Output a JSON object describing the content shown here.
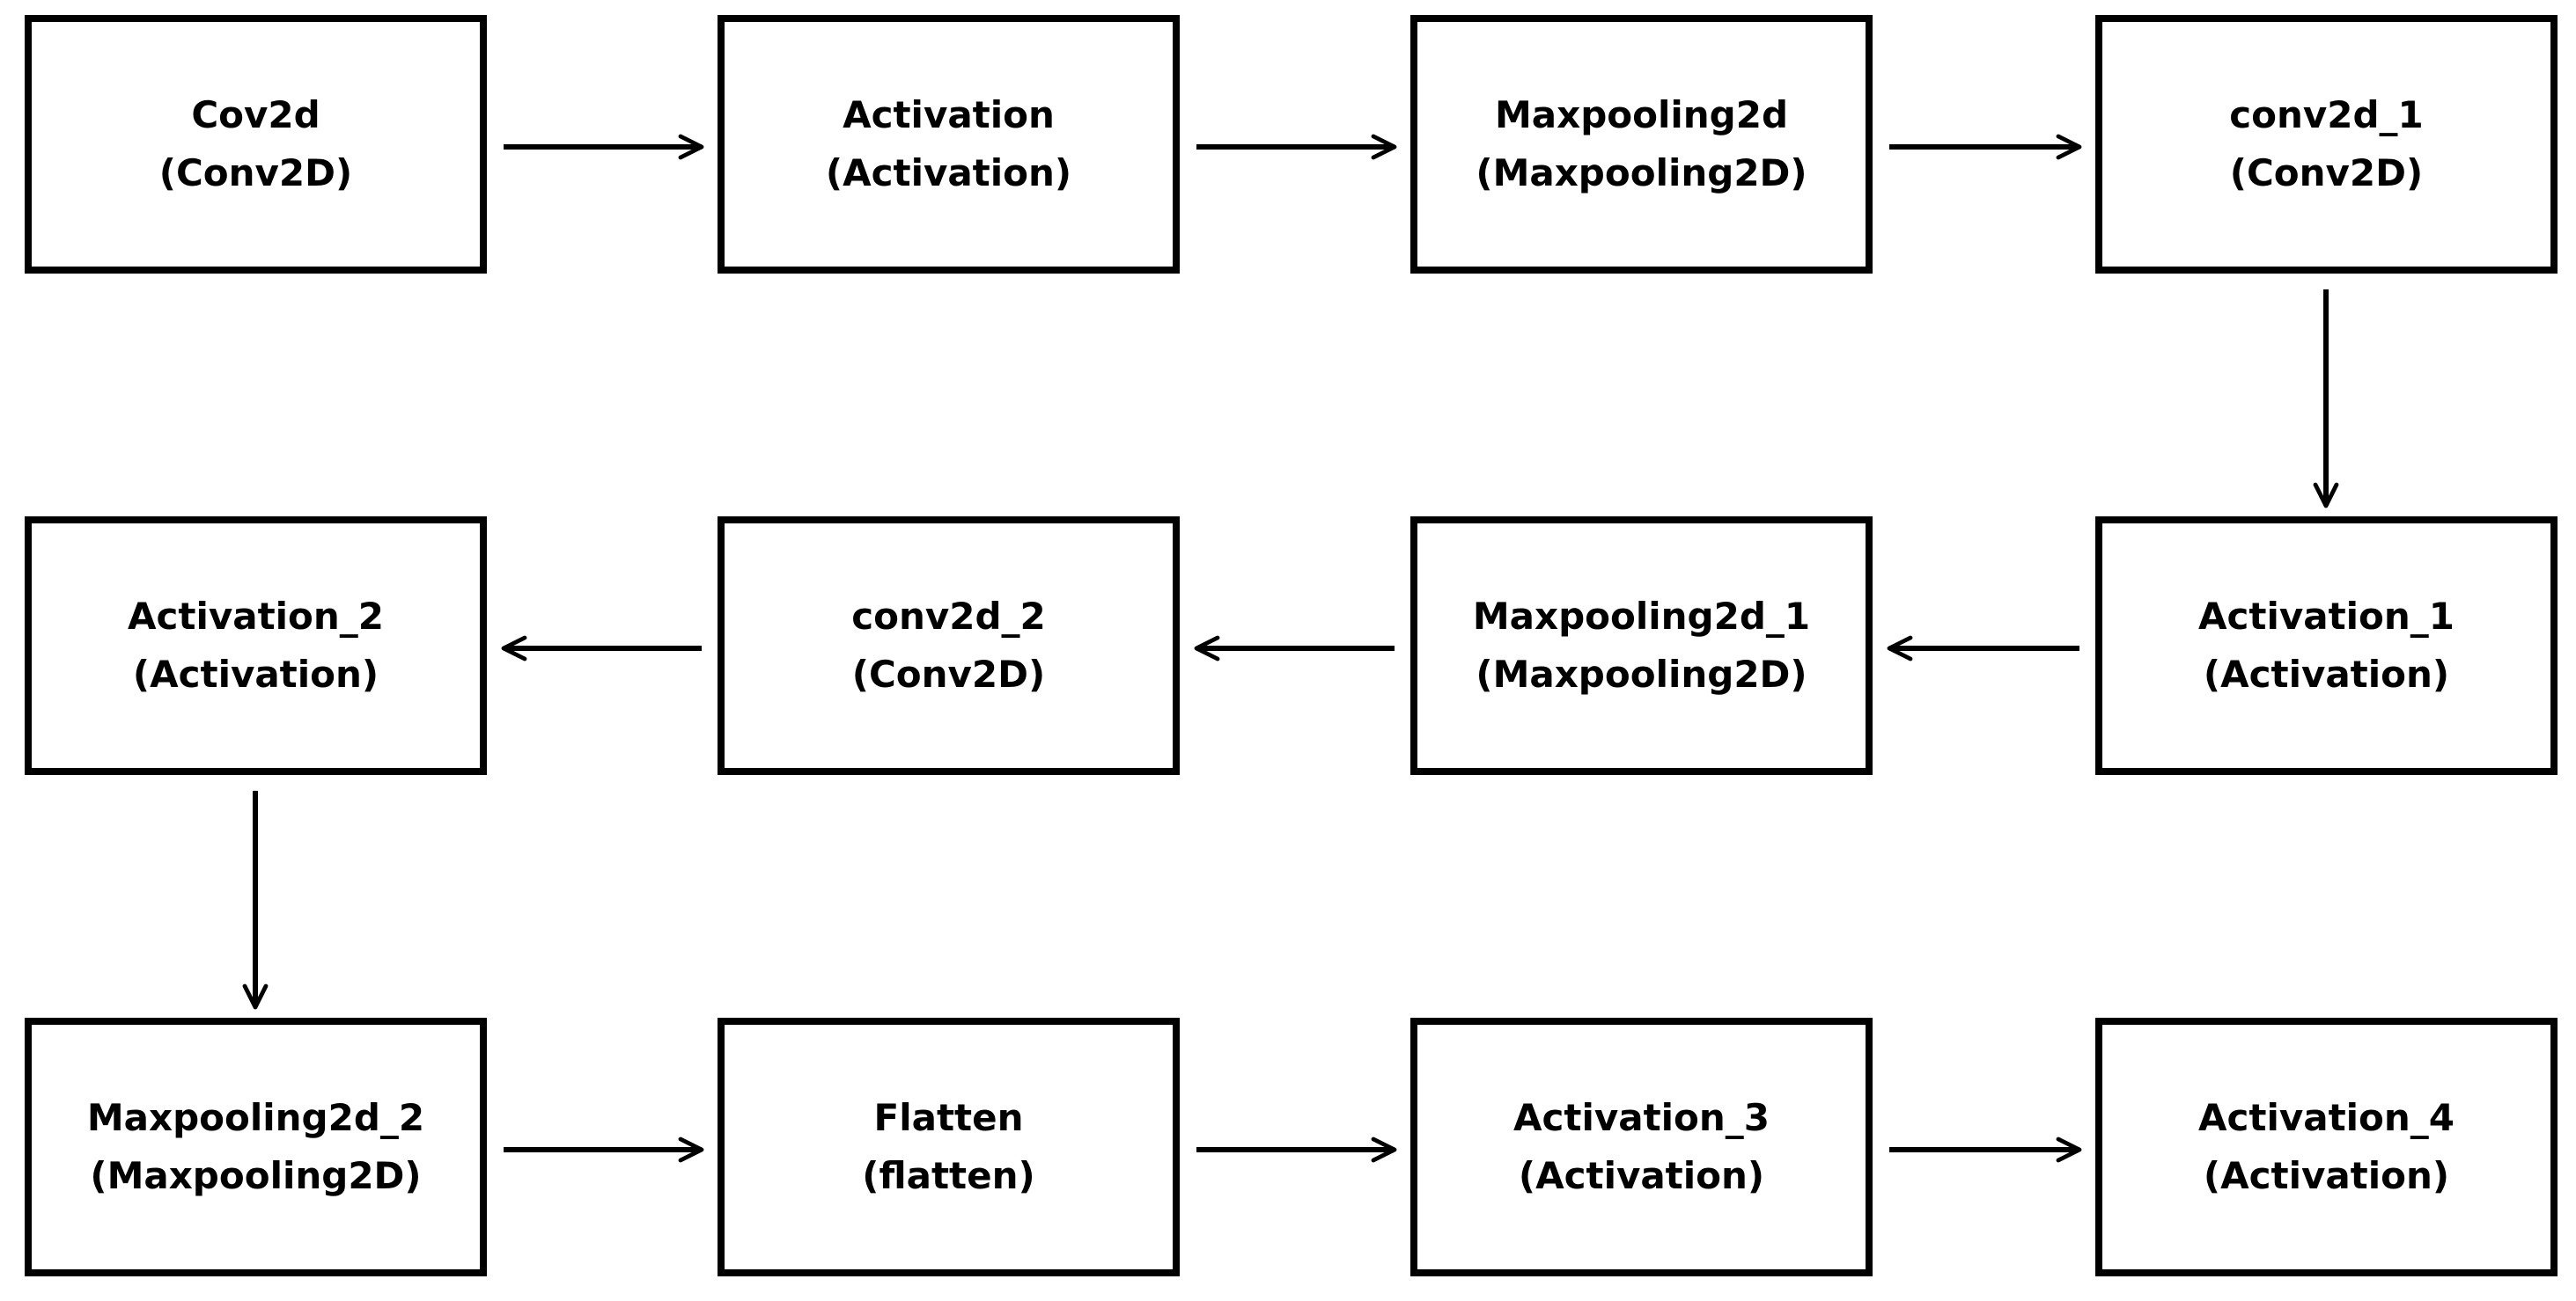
{
  "nodes": [
    {
      "id": "n1",
      "name": "Cov2d",
      "type": "(Conv2D)"
    },
    {
      "id": "n2",
      "name": "Activation",
      "type": "(Activation)"
    },
    {
      "id": "n3",
      "name": "Maxpooling2d",
      "type": "(Maxpooling2D)"
    },
    {
      "id": "n4",
      "name": "conv2d_1",
      "type": "(Conv2D)"
    },
    {
      "id": "n5",
      "name": "Activation_1",
      "type": "(Activation)"
    },
    {
      "id": "n6",
      "name": "Maxpooling2d_1",
      "type": "(Maxpooling2D)"
    },
    {
      "id": "n7",
      "name": "conv2d_2",
      "type": "(Conv2D)"
    },
    {
      "id": "n8",
      "name": "Activation_2",
      "type": "(Activation)"
    },
    {
      "id": "n9",
      "name": "Maxpooling2d_2",
      "type": "(Maxpooling2D)"
    },
    {
      "id": "n10",
      "name": "Flatten",
      "type": "(flatten)"
    },
    {
      "id": "n11",
      "name": "Activation_3",
      "type": "(Activation)"
    },
    {
      "id": "n12",
      "name": "Activation_4",
      "type": "(Activation)"
    }
  ],
  "edges": [
    {
      "from": "n1",
      "to": "n2"
    },
    {
      "from": "n2",
      "to": "n3"
    },
    {
      "from": "n3",
      "to": "n4"
    },
    {
      "from": "n4",
      "to": "n5"
    },
    {
      "from": "n5",
      "to": "n6"
    },
    {
      "from": "n6",
      "to": "n7"
    },
    {
      "from": "n7",
      "to": "n8"
    },
    {
      "from": "n8",
      "to": "n9"
    },
    {
      "from": "n9",
      "to": "n10"
    },
    {
      "from": "n10",
      "to": "n11"
    },
    {
      "from": "n11",
      "to": "n12"
    }
  ],
  "colors": {
    "stroke": "#000000",
    "background": "#ffffff"
  }
}
